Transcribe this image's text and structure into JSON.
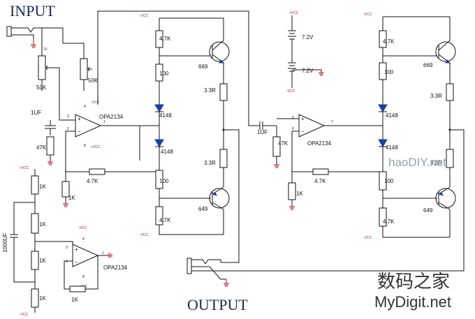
{
  "labels": {
    "input": "INPUT",
    "output": "OUTPUT",
    "vcc_neg": "-VCC",
    "vcc_pos": "+VCC",
    "ground": "10"
  },
  "components": {
    "pot1": "50K",
    "pot2": "50K",
    "cap_in1": "1UF",
    "cap_in2": "1UF",
    "r_in1": "47K",
    "r_in2": "47K",
    "opamp1": "OPA2134",
    "opamp2": "OPA2134",
    "opamp3": "OPA2134",
    "r_fb1": "4.7K",
    "r_fb2": "4.7K",
    "r_g1": "1K",
    "r_g2": "1K",
    "r_top1": "4.7K",
    "r_top2": "4.7K",
    "r_100_1": "100",
    "r_100_2": "100",
    "r_100_3": "100",
    "r_100_4": "100",
    "d1": "4148",
    "d2": "4148",
    "d3": "4148",
    "d4": "4148",
    "r_bot1": "4.7K",
    "r_bot2": "4.7K",
    "q_npn1": "669",
    "q_npn2": "669",
    "q_pnp1": "649",
    "q_pnp2": "649",
    "r_e1": "3.3R",
    "r_e2": "3.3R",
    "r_e3": "3.3R",
    "r_e4": "3.3R",
    "battery1": "7.2V",
    "battery2": "7.2V",
    "div_r1": "1K",
    "div_r2": "1K",
    "div_r3": "1K",
    "div_r4": "1K",
    "cap_div": "1000UF",
    "r_buf": "1K"
  },
  "pins": {
    "opamp1_inp": "3",
    "opamp1_inn": "2",
    "opamp1_out": "1",
    "opamp1_vp": "4",
    "opamp1_vn": "8",
    "opamp2_inp": "5",
    "opamp2_inn": "6",
    "opamp2_out": "7",
    "opamp3_inp": "3",
    "opamp3_inn": "2",
    "opamp3_out": "1",
    "opamp3_vp": "4",
    "opamp3_vn": "8"
  },
  "watermarks": {
    "site_top": "haoDIY.net",
    "site_cn": "数码之家",
    "site_en": "MyDigit.net"
  }
}
